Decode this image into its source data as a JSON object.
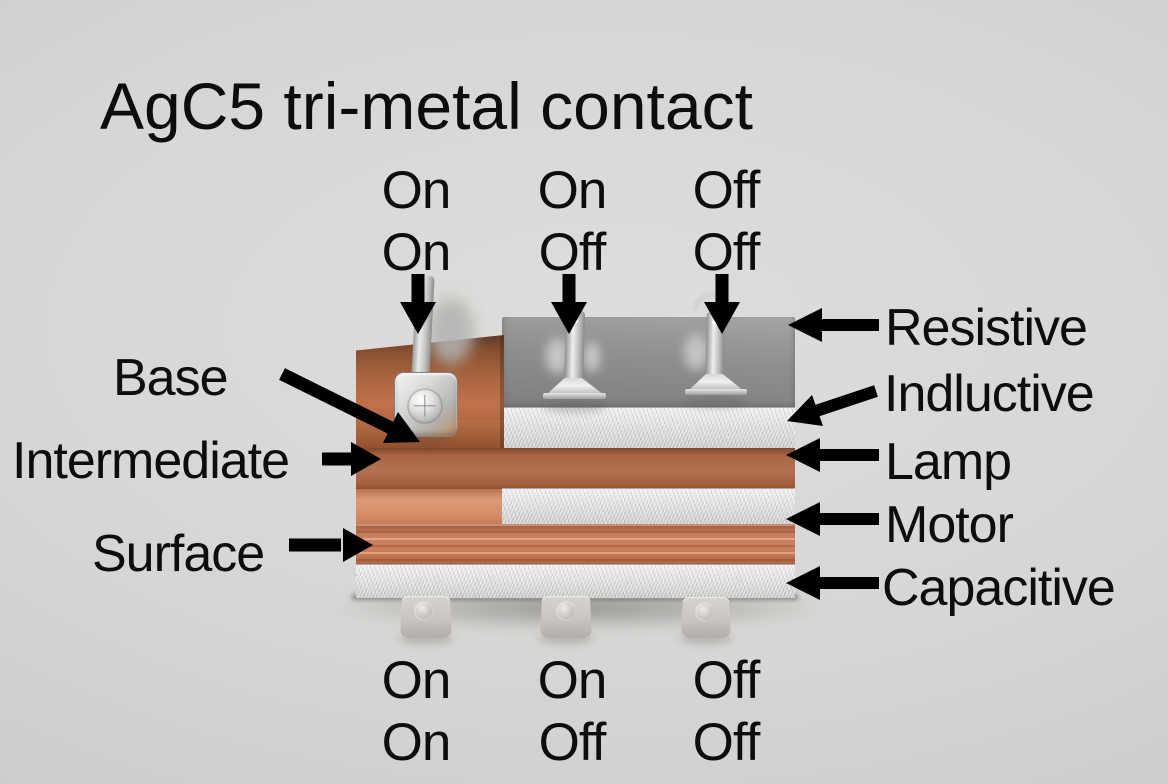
{
  "title": "AgC5 tri-metal contact",
  "contact_states_top": {
    "row1": [
      "On",
      "On",
      "Off"
    ],
    "row2": [
      "On",
      "Off",
      "Off"
    ]
  },
  "contact_states_bottom": {
    "row1": [
      "On",
      "On",
      "Off"
    ],
    "row2": [
      "On",
      "Off",
      "Off"
    ]
  },
  "layer_labels": [
    "Base",
    "Intermediate",
    "Surface"
  ],
  "load_type_labels": [
    "Resistive",
    "Indluctive",
    "Lamp",
    "Motor",
    "Capacitive"
  ],
  "colors": {
    "background": "#d6d5d3",
    "text": "#0d0d0d",
    "copper": "#b06c48",
    "copper-dark": "#8a4c2e",
    "copper-light": "#d8906e",
    "silver": "#dcdcda",
    "steel": "#8f918f"
  }
}
